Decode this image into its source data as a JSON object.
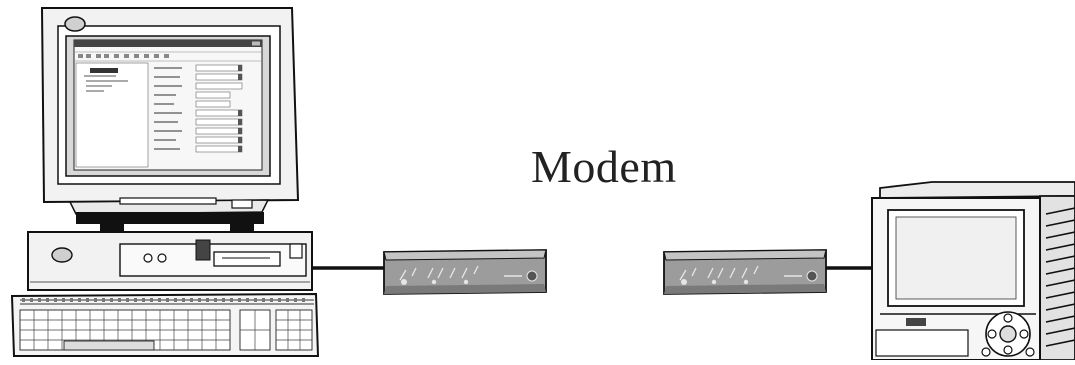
{
  "diagram": {
    "caption": "Modem",
    "nodes": [
      {
        "id": "computer",
        "kind": "desktop-pc"
      },
      {
        "id": "modem-left",
        "kind": "modem"
      },
      {
        "id": "modem-right",
        "kind": "modem"
      },
      {
        "id": "recorder",
        "kind": "panel-recorder"
      }
    ],
    "links": [
      {
        "from": "computer",
        "to": "modem-left"
      },
      {
        "from": "modem-right",
        "to": "recorder"
      }
    ]
  },
  "colors": {
    "outline": "#111111",
    "screen": "#d8d8d8",
    "modem_body": "#9c9c9c",
    "modem_light": "#e6e6e6"
  }
}
